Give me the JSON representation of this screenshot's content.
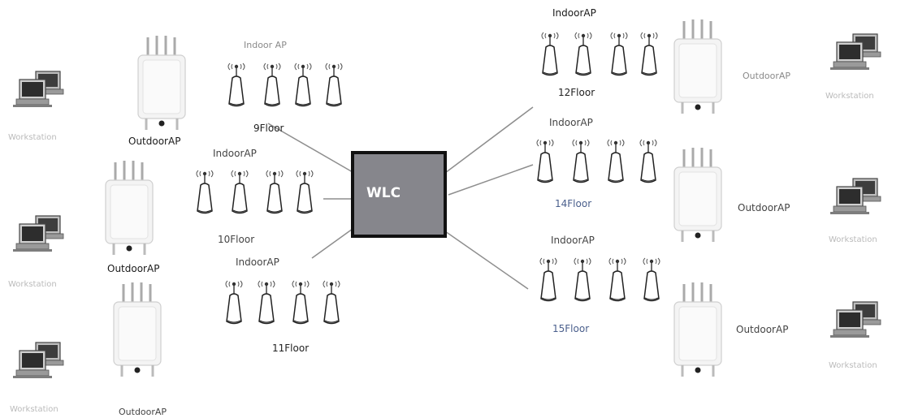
{
  "wlc": {
    "label": "WLC"
  },
  "indoor_groups": {
    "g9": {
      "title": "Indoor AP",
      "floor": "9Floor"
    },
    "g10": {
      "title": "IndoorAP",
      "floor": "10Floor"
    },
    "g11": {
      "title": "IndoorAP",
      "floor": "11Floor"
    },
    "g12": {
      "title": "IndoorAP",
      "floor": "12Floor"
    },
    "g14": {
      "title": "IndoorAP",
      "floor": "14Floor"
    },
    "g15": {
      "title": "IndoorAP",
      "floor": "15Floor"
    }
  },
  "outdoor_aps": {
    "left_top": "OutdoorAP",
    "left_mid": "OutdoorAP",
    "left_bottom": "OutdoorAP",
    "right_top": "OutdoorAP",
    "right_mid": "OutdoorAP",
    "right_bottom": "OutdoorAP"
  },
  "workstations": {
    "left_top": "Workstation",
    "left_mid": "Workstation",
    "left_bottom": "Workstation",
    "right_top": "Workstation",
    "right_mid": "Workstation",
    "right_bottom": "Workstation"
  },
  "colors": {
    "wlc_fill": "#86868c",
    "wlc_border": "#111111",
    "link_line": "#8e8e8e",
    "ap_body": "#f2f2f2"
  }
}
